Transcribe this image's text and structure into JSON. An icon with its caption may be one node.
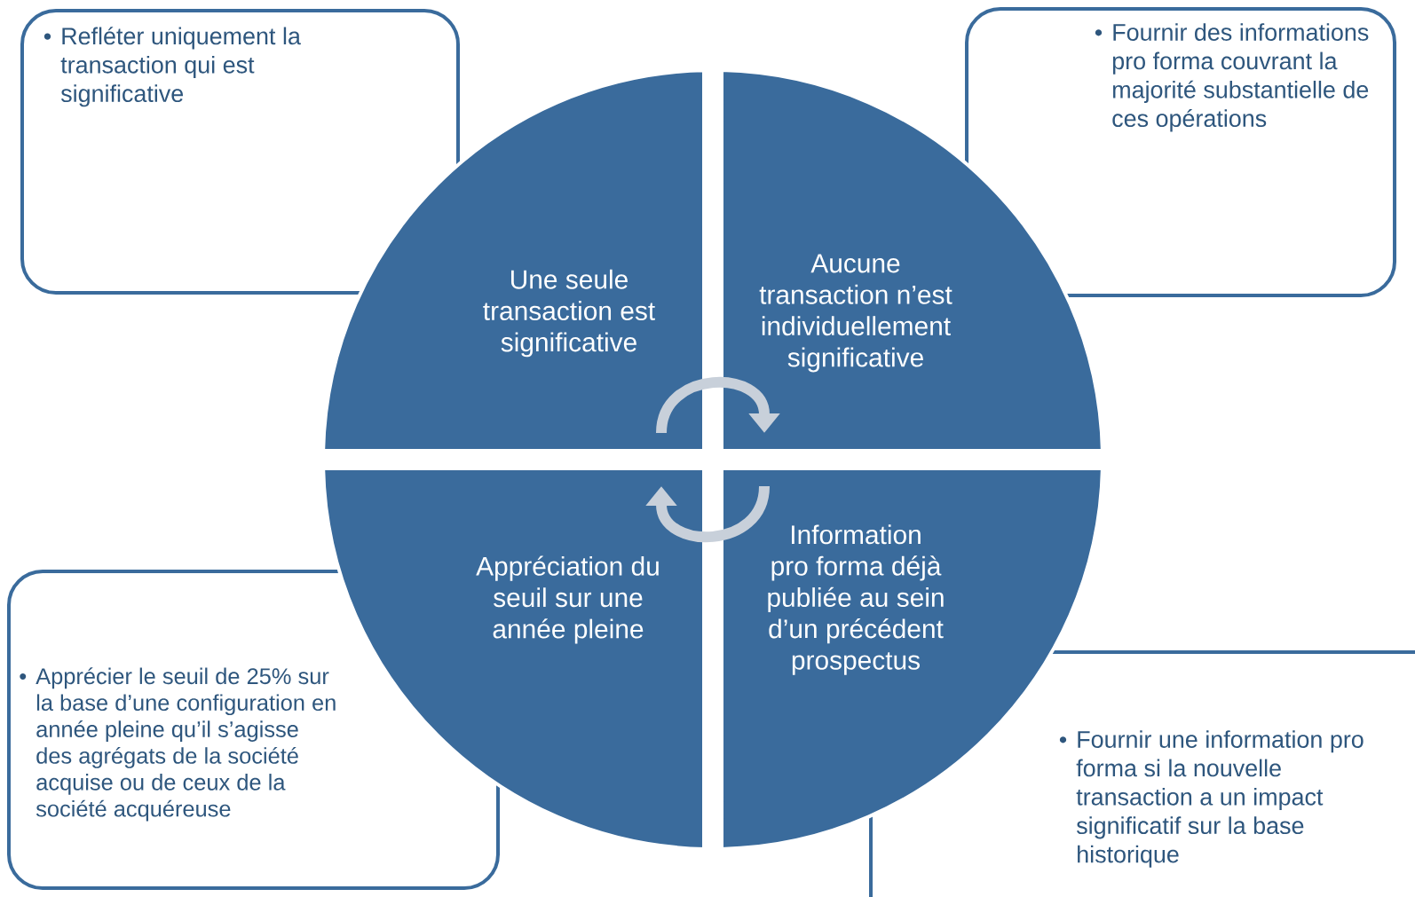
{
  "diagram": {
    "nodes": [
      {
        "text": [
          "Refléter uniquement la transaction qui est significative"
        ]
      },
      {
        "text": [
          "Fournir des informations pro forma couvrant la majorité substantielle de ces opérations"
        ]
      },
      {
        "text": [
          "Une seule transaction est significative"
        ]
      },
      {
        "text": [
          "Aucune transaction n’est individuellement significative"
        ]
      },
      {
        "text": [
          "Appréciation du seuil sur une année pleine"
        ]
      },
      {
        "text": [
          "Information pro forma déjà publiée au sein d’un précédent prospectus"
        ]
      },
      {
        "text": [
          "Apprécier le seuil de 25% sur la base d’une configuration en année pleine qu’il s’agisse des agrégats de la société acquise ou de ceux de la société acquéreuse"
        ]
      },
      {
        "text": [
          "Fournir une information pro forma si la nouvelle transaction a un impact significatif sur la base historique"
        ]
      }
    ],
    "labels": [
      "•",
      "•",
      "•",
      "•"
    ],
    "edges": [
      {
        "from": 2,
        "to": 3,
        "arrow": "to"
      },
      {
        "from": 5,
        "to": 4,
        "arrow": "to"
      }
    ]
  }
}
